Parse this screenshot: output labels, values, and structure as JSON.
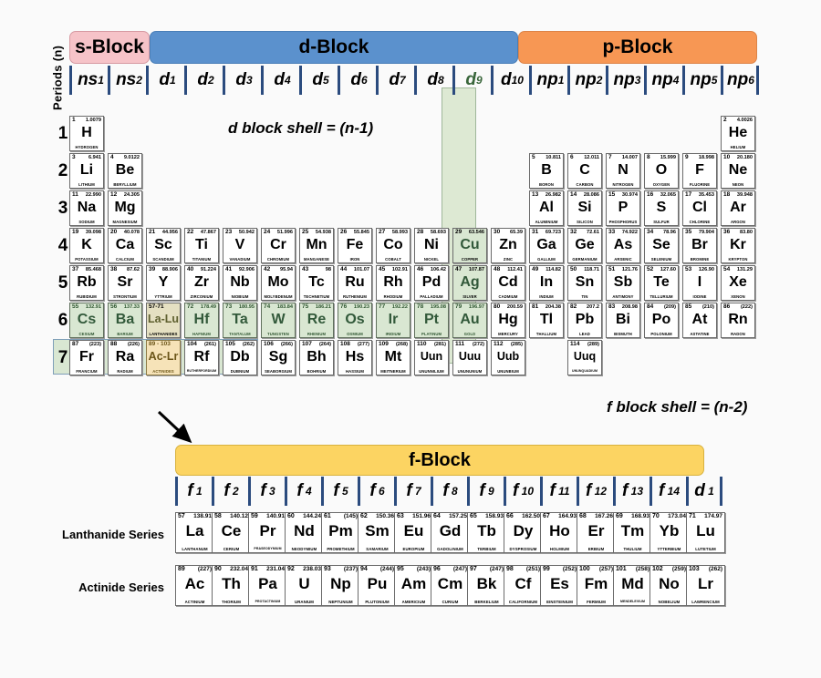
{
  "axis": {
    "periods_label": "Periods (n)",
    "period_numbers": [
      "1",
      "2",
      "3",
      "4",
      "5",
      "6",
      "7"
    ]
  },
  "blocks": {
    "s": "s-Block",
    "d": "d-Block",
    "p": "p-Block",
    "f": "f-Block"
  },
  "orbital_labels": [
    "ns1",
    "ns2",
    "d1",
    "d2",
    "d3",
    "d4",
    "d5",
    "d6",
    "d7",
    "d8",
    "d9",
    "d10",
    "np1",
    "np2",
    "np3",
    "np4",
    "np5",
    "np6"
  ],
  "f_orbital_labels": [
    "f1",
    "f2",
    "f3",
    "f4",
    "f5",
    "f6",
    "f7",
    "f8",
    "f9",
    "f10",
    "f11",
    "f12",
    "f13",
    "f14",
    "d1"
  ],
  "annotations": {
    "d_shell": "d block shell = (n-1)",
    "f_shell": "f block shell = (n-2)"
  },
  "series": {
    "lanthanide_label": "Lanthanide Series",
    "actinide_label": "Actinide Series"
  },
  "colors": {
    "s_block": "#f6c3c8",
    "d_block": "#5b91cd",
    "p_block": "#f79754",
    "f_block": "#fcd462",
    "highlight_green": "#d9e7d2",
    "highlight_tan": "#f6e3b8"
  },
  "elements": [
    {
      "z": "1",
      "mass": "1.0079",
      "sym": "H",
      "name": "HYDROGEN",
      "col": 1,
      "row": 1
    },
    {
      "z": "2",
      "mass": "4.0026",
      "sym": "He",
      "name": "HELIUM",
      "col": 18,
      "row": 1
    },
    {
      "z": "3",
      "mass": "6.941",
      "sym": "Li",
      "name": "LITHIUM",
      "col": 1,
      "row": 2
    },
    {
      "z": "4",
      "mass": "9.0122",
      "sym": "Be",
      "name": "BERYLLIUM",
      "col": 2,
      "row": 2
    },
    {
      "z": "5",
      "mass": "10.811",
      "sym": "B",
      "name": "BORON",
      "col": 13,
      "row": 2
    },
    {
      "z": "6",
      "mass": "12.011",
      "sym": "C",
      "name": "CARBON",
      "col": 14,
      "row": 2
    },
    {
      "z": "7",
      "mass": "14.007",
      "sym": "N",
      "name": "NITROGEN",
      "col": 15,
      "row": 2
    },
    {
      "z": "8",
      "mass": "15.999",
      "sym": "O",
      "name": "OXYGEN",
      "col": 16,
      "row": 2
    },
    {
      "z": "9",
      "mass": "18.998",
      "sym": "F",
      "name": "FLUORINE",
      "col": 17,
      "row": 2
    },
    {
      "z": "10",
      "mass": "20.180",
      "sym": "Ne",
      "name": "NEON",
      "col": 18,
      "row": 2
    },
    {
      "z": "11",
      "mass": "22.990",
      "sym": "Na",
      "name": "SODIUM",
      "col": 1,
      "row": 3
    },
    {
      "z": "12",
      "mass": "24.305",
      "sym": "Mg",
      "name": "MAGNESIUM",
      "col": 2,
      "row": 3
    },
    {
      "z": "13",
      "mass": "26.982",
      "sym": "Al",
      "name": "ALUMINIUM",
      "col": 13,
      "row": 3
    },
    {
      "z": "14",
      "mass": "28.086",
      "sym": "Si",
      "name": "SILICON",
      "col": 14,
      "row": 3
    },
    {
      "z": "15",
      "mass": "30.974",
      "sym": "P",
      "name": "PHOSPHORUS",
      "col": 15,
      "row": 3
    },
    {
      "z": "16",
      "mass": "32.065",
      "sym": "S",
      "name": "SULFUR",
      "col": 16,
      "row": 3
    },
    {
      "z": "17",
      "mass": "35.453",
      "sym": "Cl",
      "name": "CHLORINE",
      "col": 17,
      "row": 3
    },
    {
      "z": "18",
      "mass": "39.948",
      "sym": "Ar",
      "name": "ARGON",
      "col": 18,
      "row": 3
    },
    {
      "z": "19",
      "mass": "39.098",
      "sym": "K",
      "name": "POTASSIUM",
      "col": 1,
      "row": 4
    },
    {
      "z": "20",
      "mass": "40.078",
      "sym": "Ca",
      "name": "CALCIUM",
      "col": 2,
      "row": 4
    },
    {
      "z": "21",
      "mass": "44.956",
      "sym": "Sc",
      "name": "SCANDIUM",
      "col": 3,
      "row": 4
    },
    {
      "z": "22",
      "mass": "47.867",
      "sym": "Ti",
      "name": "TITANIUM",
      "col": 4,
      "row": 4
    },
    {
      "z": "23",
      "mass": "50.942",
      "sym": "V",
      "name": "VANADIUM",
      "col": 5,
      "row": 4
    },
    {
      "z": "24",
      "mass": "51.996",
      "sym": "Cr",
      "name": "CHROMIUM",
      "col": 6,
      "row": 4
    },
    {
      "z": "25",
      "mass": "54.938",
      "sym": "Mn",
      "name": "MANGANESE",
      "col": 7,
      "row": 4
    },
    {
      "z": "26",
      "mass": "55.845",
      "sym": "Fe",
      "name": "IRON",
      "col": 8,
      "row": 4
    },
    {
      "z": "27",
      "mass": "58.993",
      "sym": "Co",
      "name": "COBALT",
      "col": 9,
      "row": 4
    },
    {
      "z": "28",
      "mass": "58.693",
      "sym": "Ni",
      "name": "NICKEL",
      "col": 10,
      "row": 4
    },
    {
      "z": "29",
      "mass": "63.546",
      "sym": "Cu",
      "name": "COPPER",
      "col": 11,
      "row": 4,
      "style": "greencol"
    },
    {
      "z": "30",
      "mass": "65.39",
      "sym": "Zn",
      "name": "ZINC",
      "col": 12,
      "row": 4
    },
    {
      "z": "31",
      "mass": "69.723",
      "sym": "Ga",
      "name": "GALLIUM",
      "col": 13,
      "row": 4
    },
    {
      "z": "32",
      "mass": "72.61",
      "sym": "Ge",
      "name": "GERMANIUM",
      "col": 14,
      "row": 4
    },
    {
      "z": "33",
      "mass": "74.922",
      "sym": "As",
      "name": "ARSENIC",
      "col": 15,
      "row": 4
    },
    {
      "z": "34",
      "mass": "78.96",
      "sym": "Se",
      "name": "SELENIUM",
      "col": 16,
      "row": 4
    },
    {
      "z": "35",
      "mass": "79.904",
      "sym": "Br",
      "name": "BROMINE",
      "col": 17,
      "row": 4
    },
    {
      "z": "36",
      "mass": "83.80",
      "sym": "Kr",
      "name": "KRYPTON",
      "col": 18,
      "row": 4
    },
    {
      "z": "37",
      "mass": "85.468",
      "sym": "Rb",
      "name": "RUBIDIUM",
      "col": 1,
      "row": 5
    },
    {
      "z": "38",
      "mass": "87.62",
      "sym": "Sr",
      "name": "STRONTIUM",
      "col": 2,
      "row": 5
    },
    {
      "z": "39",
      "mass": "88.906",
      "sym": "Y",
      "name": "YTTRIUM",
      "col": 3,
      "row": 5
    },
    {
      "z": "40",
      "mass": "91.224",
      "sym": "Zr",
      "name": "ZIRCONIUM",
      "col": 4,
      "row": 5
    },
    {
      "z": "41",
      "mass": "92.906",
      "sym": "Nb",
      "name": "NIOBIUM",
      "col": 5,
      "row": 5
    },
    {
      "z": "42",
      "mass": "95.94",
      "sym": "Mo",
      "name": "MOLYBDENUM",
      "col": 6,
      "row": 5
    },
    {
      "z": "43",
      "mass": "98",
      "sym": "Tc",
      "name": "TECHNETIUM",
      "col": 7,
      "row": 5
    },
    {
      "z": "44",
      "mass": "101.07",
      "sym": "Ru",
      "name": "RUTHENIUM",
      "col": 8,
      "row": 5
    },
    {
      "z": "45",
      "mass": "102.91",
      "sym": "Rh",
      "name": "RHODIUM",
      "col": 9,
      "row": 5
    },
    {
      "z": "46",
      "mass": "106.42",
      "sym": "Pd",
      "name": "PALLADIUM",
      "col": 10,
      "row": 5
    },
    {
      "z": "47",
      "mass": "107.87",
      "sym": "Ag",
      "name": "SILVER",
      "col": 11,
      "row": 5,
      "style": "greencol"
    },
    {
      "z": "48",
      "mass": "112.41",
      "sym": "Cd",
      "name": "CADMIUM",
      "col": 12,
      "row": 5
    },
    {
      "z": "49",
      "mass": "114.82",
      "sym": "In",
      "name": "INDIUM",
      "col": 13,
      "row": 5
    },
    {
      "z": "50",
      "mass": "118.71",
      "sym": "Sn",
      "name": "TIN",
      "col": 14,
      "row": 5
    },
    {
      "z": "51",
      "mass": "121.76",
      "sym": "Sb",
      "name": "ANTIMONY",
      "col": 15,
      "row": 5
    },
    {
      "z": "52",
      "mass": "127.60",
      "sym": "Te",
      "name": "TELLURIUM",
      "col": 16,
      "row": 5
    },
    {
      "z": "53",
      "mass": "126.90",
      "sym": "I",
      "name": "IODINE",
      "col": 17,
      "row": 5
    },
    {
      "z": "54",
      "mass": "131.29",
      "sym": "Xe",
      "name": "XENON",
      "col": 18,
      "row": 5
    },
    {
      "z": "55",
      "mass": "132.91",
      "sym": "Cs",
      "name": "CESIUM",
      "col": 1,
      "row": 6,
      "style": "green"
    },
    {
      "z": "56",
      "mass": "137.33",
      "sym": "Ba",
      "name": "BARIUM",
      "col": 2,
      "row": 6,
      "style": "green"
    },
    {
      "z": "57-71",
      "mass": "",
      "sym": "La-Lu",
      "name": "LANTHANIDES",
      "col": 3,
      "row": 6,
      "style": "tanlight",
      "small": true
    },
    {
      "z": "72",
      "mass": "178.49",
      "sym": "Hf",
      "name": "HAFNIUM",
      "col": 4,
      "row": 6,
      "style": "green"
    },
    {
      "z": "73",
      "mass": "180.95",
      "sym": "Ta",
      "name": "TANTALUM",
      "col": 5,
      "row": 6,
      "style": "green"
    },
    {
      "z": "74",
      "mass": "183.84",
      "sym": "W",
      "name": "TUNGSTEN",
      "col": 6,
      "row": 6,
      "style": "green"
    },
    {
      "z": "75",
      "mass": "186.21",
      "sym": "Re",
      "name": "RHENIUM",
      "col": 7,
      "row": 6,
      "style": "green"
    },
    {
      "z": "76",
      "mass": "190.23",
      "sym": "Os",
      "name": "OSMIUM",
      "col": 8,
      "row": 6,
      "style": "green"
    },
    {
      "z": "77",
      "mass": "192.22",
      "sym": "Ir",
      "name": "IRIDIUM",
      "col": 9,
      "row": 6,
      "style": "green"
    },
    {
      "z": "78",
      "mass": "195.08",
      "sym": "Pt",
      "name": "PLATINUM",
      "col": 10,
      "row": 6,
      "style": "green"
    },
    {
      "z": "79",
      "mass": "196.97",
      "sym": "Au",
      "name": "GOLD",
      "col": 11,
      "row": 6,
      "style": "green"
    },
    {
      "z": "80",
      "mass": "200.59",
      "sym": "Hg",
      "name": "MERCURY",
      "col": 12,
      "row": 6
    },
    {
      "z": "81",
      "mass": "204.38",
      "sym": "Tl",
      "name": "THALLIUM",
      "col": 13,
      "row": 6
    },
    {
      "z": "82",
      "mass": "207.2",
      "sym": "Pb",
      "name": "LEAD",
      "col": 14,
      "row": 6
    },
    {
      "z": "83",
      "mass": "208.98",
      "sym": "Bi",
      "name": "BISMUTH",
      "col": 15,
      "row": 6
    },
    {
      "z": "84",
      "mass": "(209)",
      "sym": "Po",
      "name": "POLONIUM",
      "col": 16,
      "row": 6
    },
    {
      "z": "85",
      "mass": "(210)",
      "sym": "At",
      "name": "ASTATINE",
      "col": 17,
      "row": 6
    },
    {
      "z": "86",
      "mass": "(222)",
      "sym": "Rn",
      "name": "RADON",
      "col": 18,
      "row": 6
    },
    {
      "z": "87",
      "mass": "(223)",
      "sym": "Fr",
      "name": "FRANCIUM",
      "col": 1,
      "row": 7
    },
    {
      "z": "88",
      "mass": "(226)",
      "sym": "Ra",
      "name": "RADIUM",
      "col": 2,
      "row": 7
    },
    {
      "z": "89 - 103",
      "mass": "",
      "sym": "Ac-Lr",
      "name": "ACTINIDES",
      "col": 3,
      "row": 7,
      "style": "tan",
      "small": true
    },
    {
      "z": "104",
      "mass": "(261)",
      "sym": "Rf",
      "name": "RUTHERFORDIUM",
      "col": 4,
      "row": 7,
      "tinyname": true
    },
    {
      "z": "105",
      "mass": "(262)",
      "sym": "Db",
      "name": "DUBNIUM",
      "col": 5,
      "row": 7
    },
    {
      "z": "106",
      "mass": "(266)",
      "sym": "Sg",
      "name": "SEABORGIUM",
      "col": 6,
      "row": 7
    },
    {
      "z": "107",
      "mass": "(264)",
      "sym": "Bh",
      "name": "BOHRIUM",
      "col": 7,
      "row": 7
    },
    {
      "z": "108",
      "mass": "(277)",
      "sym": "Hs",
      "name": "HASSIUM",
      "col": 8,
      "row": 7
    },
    {
      "z": "109",
      "mass": "(268)",
      "sym": "Mt",
      "name": "MEITNERIUM",
      "col": 9,
      "row": 7
    },
    {
      "z": "110",
      "mass": "(281)",
      "sym": "Uun",
      "name": "UNUNNILIUM",
      "col": 10,
      "row": 7,
      "small": true
    },
    {
      "z": "111",
      "mass": "(272)",
      "sym": "Uuu",
      "name": "UNUNUNIUM",
      "col": 11,
      "row": 7,
      "small": true
    },
    {
      "z": "112",
      "mass": "(285)",
      "sym": "Uub",
      "name": "UNUNBIUM",
      "col": 12,
      "row": 7,
      "small": true
    },
    {
      "z": "114",
      "mass": "(289)",
      "sym": "Uuq",
      "name": "UNUNQUADIUM",
      "col": 14,
      "row": 7,
      "small": true,
      "tinyname": true
    }
  ],
  "lanthanides": [
    {
      "z": "57",
      "mass": "138.91",
      "sym": "La",
      "name": "LANTHANUM"
    },
    {
      "z": "58",
      "mass": "140.12",
      "sym": "Ce",
      "name": "CERIUM"
    },
    {
      "z": "59",
      "mass": "140.91",
      "sym": "Pr",
      "name": "PRASEODYMIUM",
      "tinyname": true
    },
    {
      "z": "60",
      "mass": "144.24",
      "sym": "Nd",
      "name": "NEODYMIUM"
    },
    {
      "z": "61",
      "mass": "(145)",
      "sym": "Pm",
      "name": "PROMETHIUM"
    },
    {
      "z": "62",
      "mass": "150.36",
      "sym": "Sm",
      "name": "SAMARIUM"
    },
    {
      "z": "63",
      "mass": "151.96",
      "sym": "Eu",
      "name": "EUROPIUM"
    },
    {
      "z": "64",
      "mass": "157.25",
      "sym": "Gd",
      "name": "GADOLINIUM"
    },
    {
      "z": "65",
      "mass": "158.93",
      "sym": "Tb",
      "name": "TERBIUM"
    },
    {
      "z": "66",
      "mass": "162.50",
      "sym": "Dy",
      "name": "DYSPROSIUM"
    },
    {
      "z": "67",
      "mass": "164.93",
      "sym": "Ho",
      "name": "HOLMIUM"
    },
    {
      "z": "68",
      "mass": "167.26",
      "sym": "Er",
      "name": "ERBIUM"
    },
    {
      "z": "69",
      "mass": "168.93",
      "sym": "Tm",
      "name": "THULIUM"
    },
    {
      "z": "70",
      "mass": "173.04",
      "sym": "Yb",
      "name": "YTTERBIUM"
    },
    {
      "z": "71",
      "mass": "174.97",
      "sym": "Lu",
      "name": "LUTETIUM"
    }
  ],
  "actinides": [
    {
      "z": "89",
      "mass": "(227)",
      "sym": "Ac",
      "name": "ACTINIUM"
    },
    {
      "z": "90",
      "mass": "232.04",
      "sym": "Th",
      "name": "THORIUM"
    },
    {
      "z": "91",
      "mass": "231.04",
      "sym": "Pa",
      "name": "PROTACTINIUM",
      "tinyname": true
    },
    {
      "z": "92",
      "mass": "238.03",
      "sym": "U",
      "name": "URANIUM"
    },
    {
      "z": "93",
      "mass": "(237)",
      "sym": "Np",
      "name": "NEPTUNIUM"
    },
    {
      "z": "94",
      "mass": "(244)",
      "sym": "Pu",
      "name": "PLUTONIUM"
    },
    {
      "z": "95",
      "mass": "(243)",
      "sym": "Am",
      "name": "AMERICIUM"
    },
    {
      "z": "96",
      "mass": "(247)",
      "sym": "Cm",
      "name": "CURIUM"
    },
    {
      "z": "97",
      "mass": "(247)",
      "sym": "Bk",
      "name": "BERKELIUM"
    },
    {
      "z": "98",
      "mass": "(251)",
      "sym": "Cf",
      "name": "CALIFORNIUM"
    },
    {
      "z": "99",
      "mass": "(252)",
      "sym": "Es",
      "name": "EINSTEINIUM"
    },
    {
      "z": "100",
      "mass": "(257)",
      "sym": "Fm",
      "name": "FERMIUM"
    },
    {
      "z": "101",
      "mass": "(258)",
      "sym": "Md",
      "name": "MENDELEVIUM",
      "tinyname": true
    },
    {
      "z": "102",
      "mass": "(259)",
      "sym": "No",
      "name": "NOBELIUM"
    },
    {
      "z": "103",
      "mass": "(262)",
      "sym": "Lr",
      "name": "LAWRENCIUM"
    }
  ]
}
